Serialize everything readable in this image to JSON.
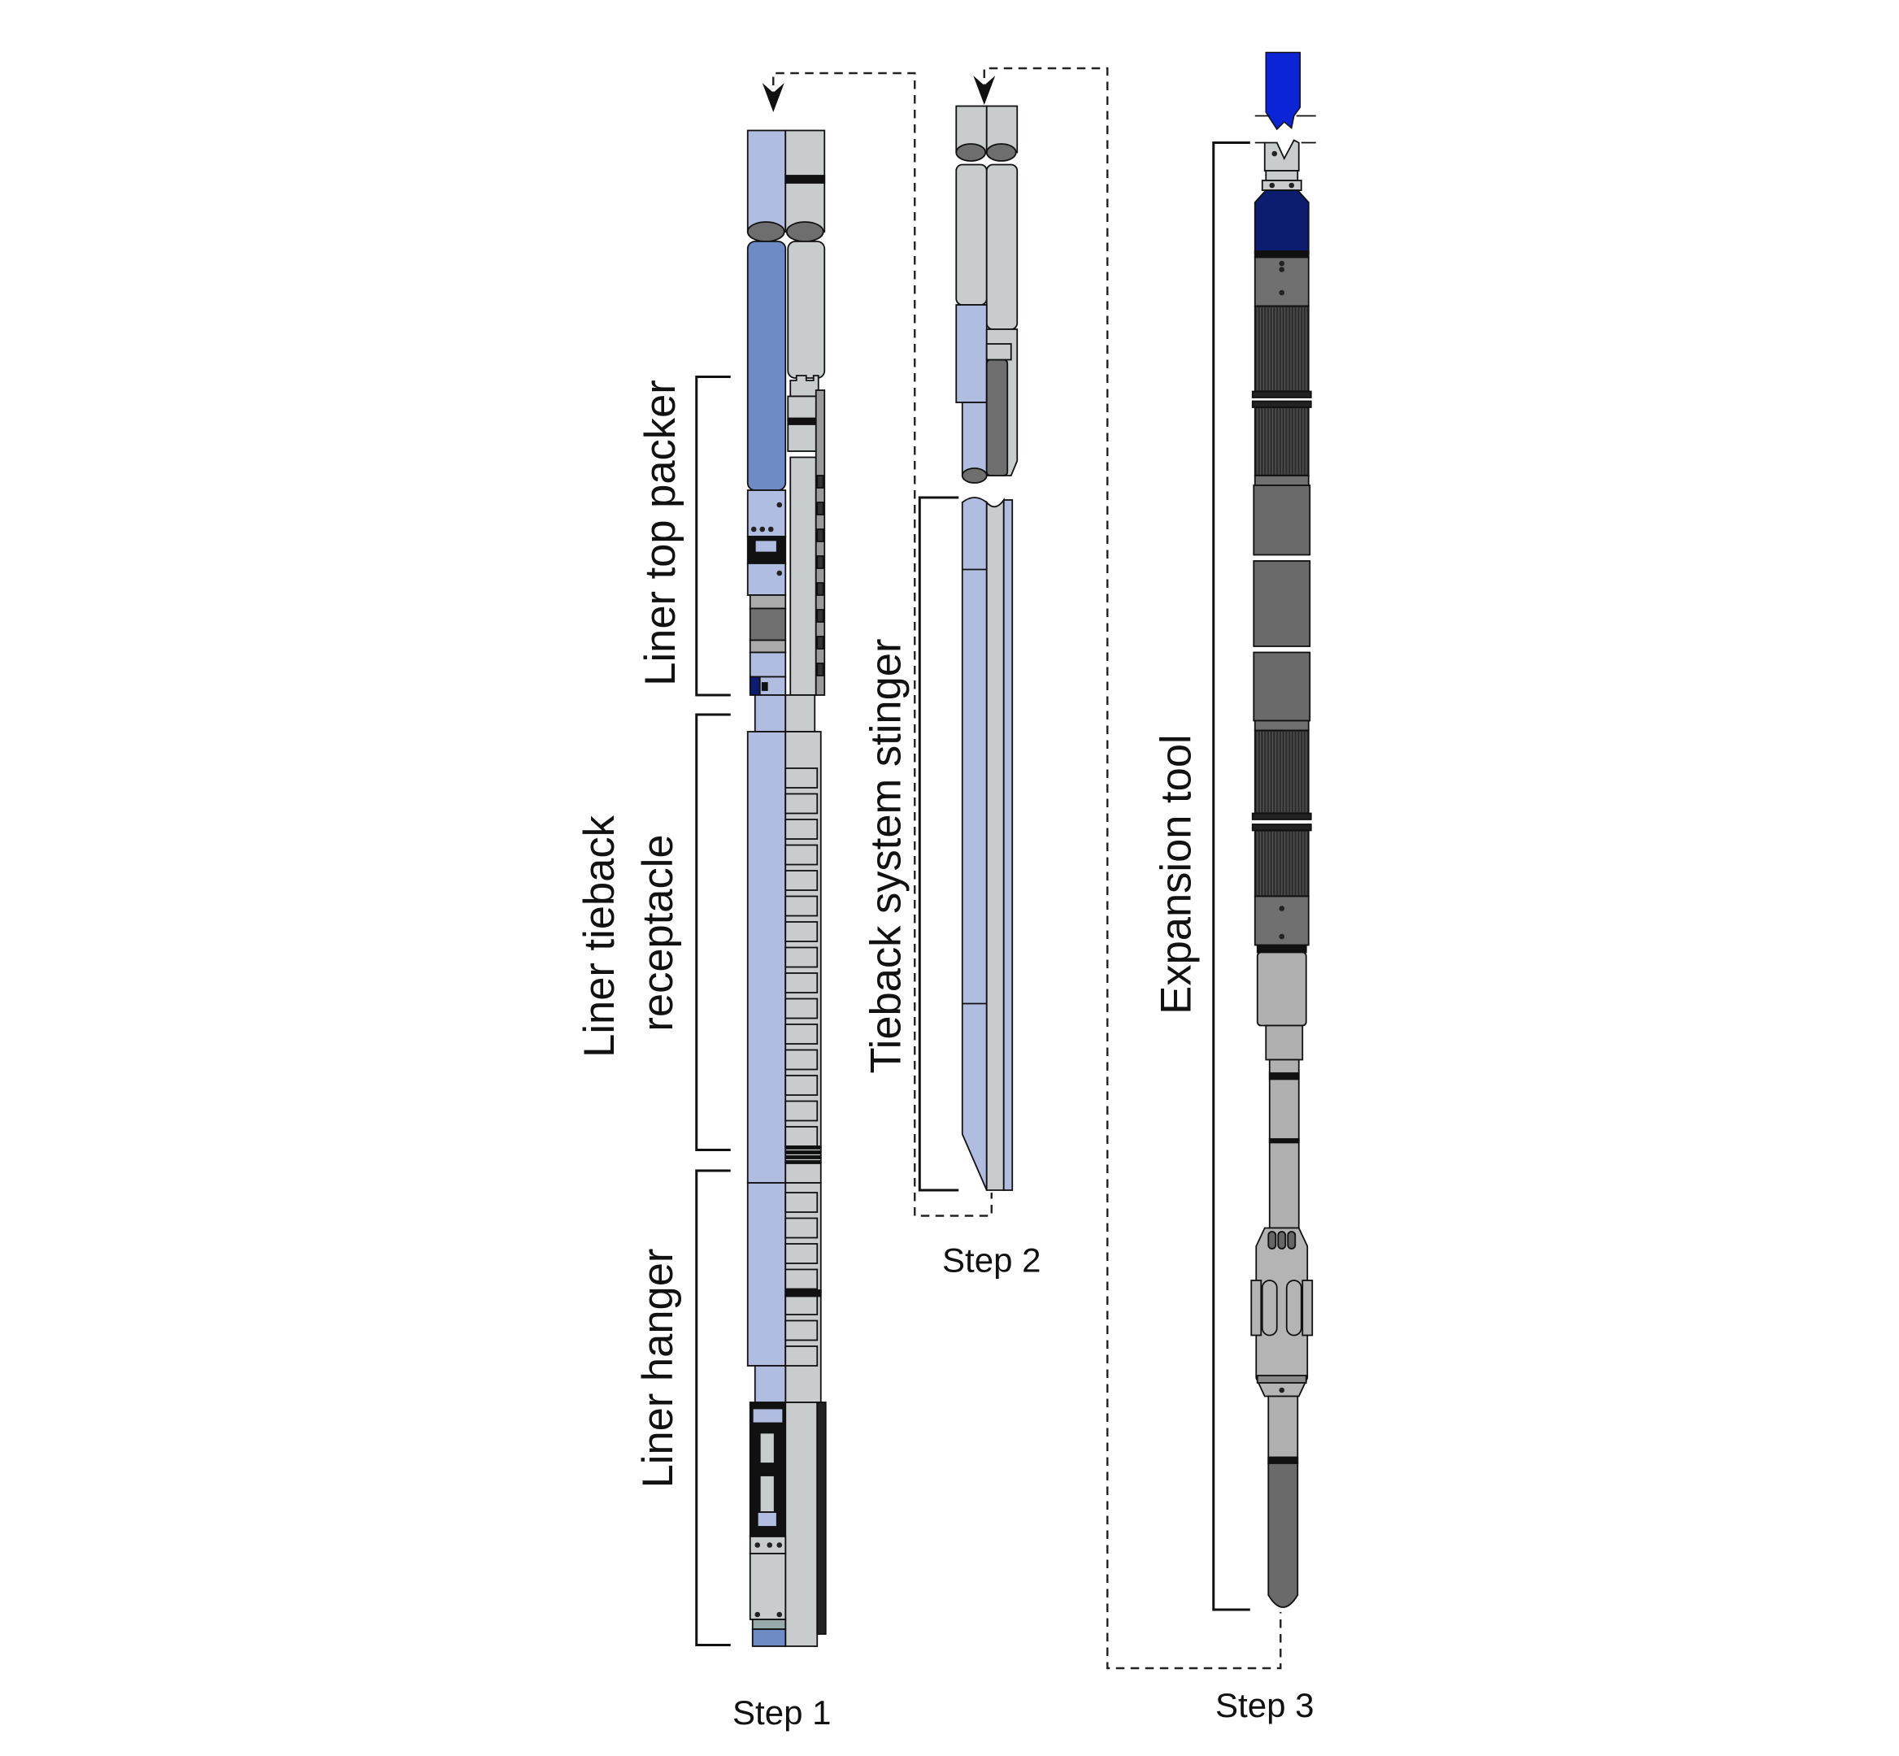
{
  "labels": {
    "liner_top_packer": "Liner top packer",
    "liner_tieback_line1": "Liner tieback",
    "liner_tieback_line2": "receptacle",
    "liner_hanger": "Liner hanger",
    "tieback_stinger": "Tieback system stinger",
    "expansion_tool": "Expansion tool"
  },
  "steps": [
    "Step 1",
    "Step 2",
    "Step 3"
  ],
  "colors": {
    "light_blue": "#b0bde0",
    "mid_blue": "#6e8bc6",
    "light_grey": "#c8cccc",
    "mid_grey": "#707070",
    "dark_grey": "#3a3a3a",
    "navy": "#0c1c6e",
    "bright_blue": "#0a24d6"
  }
}
